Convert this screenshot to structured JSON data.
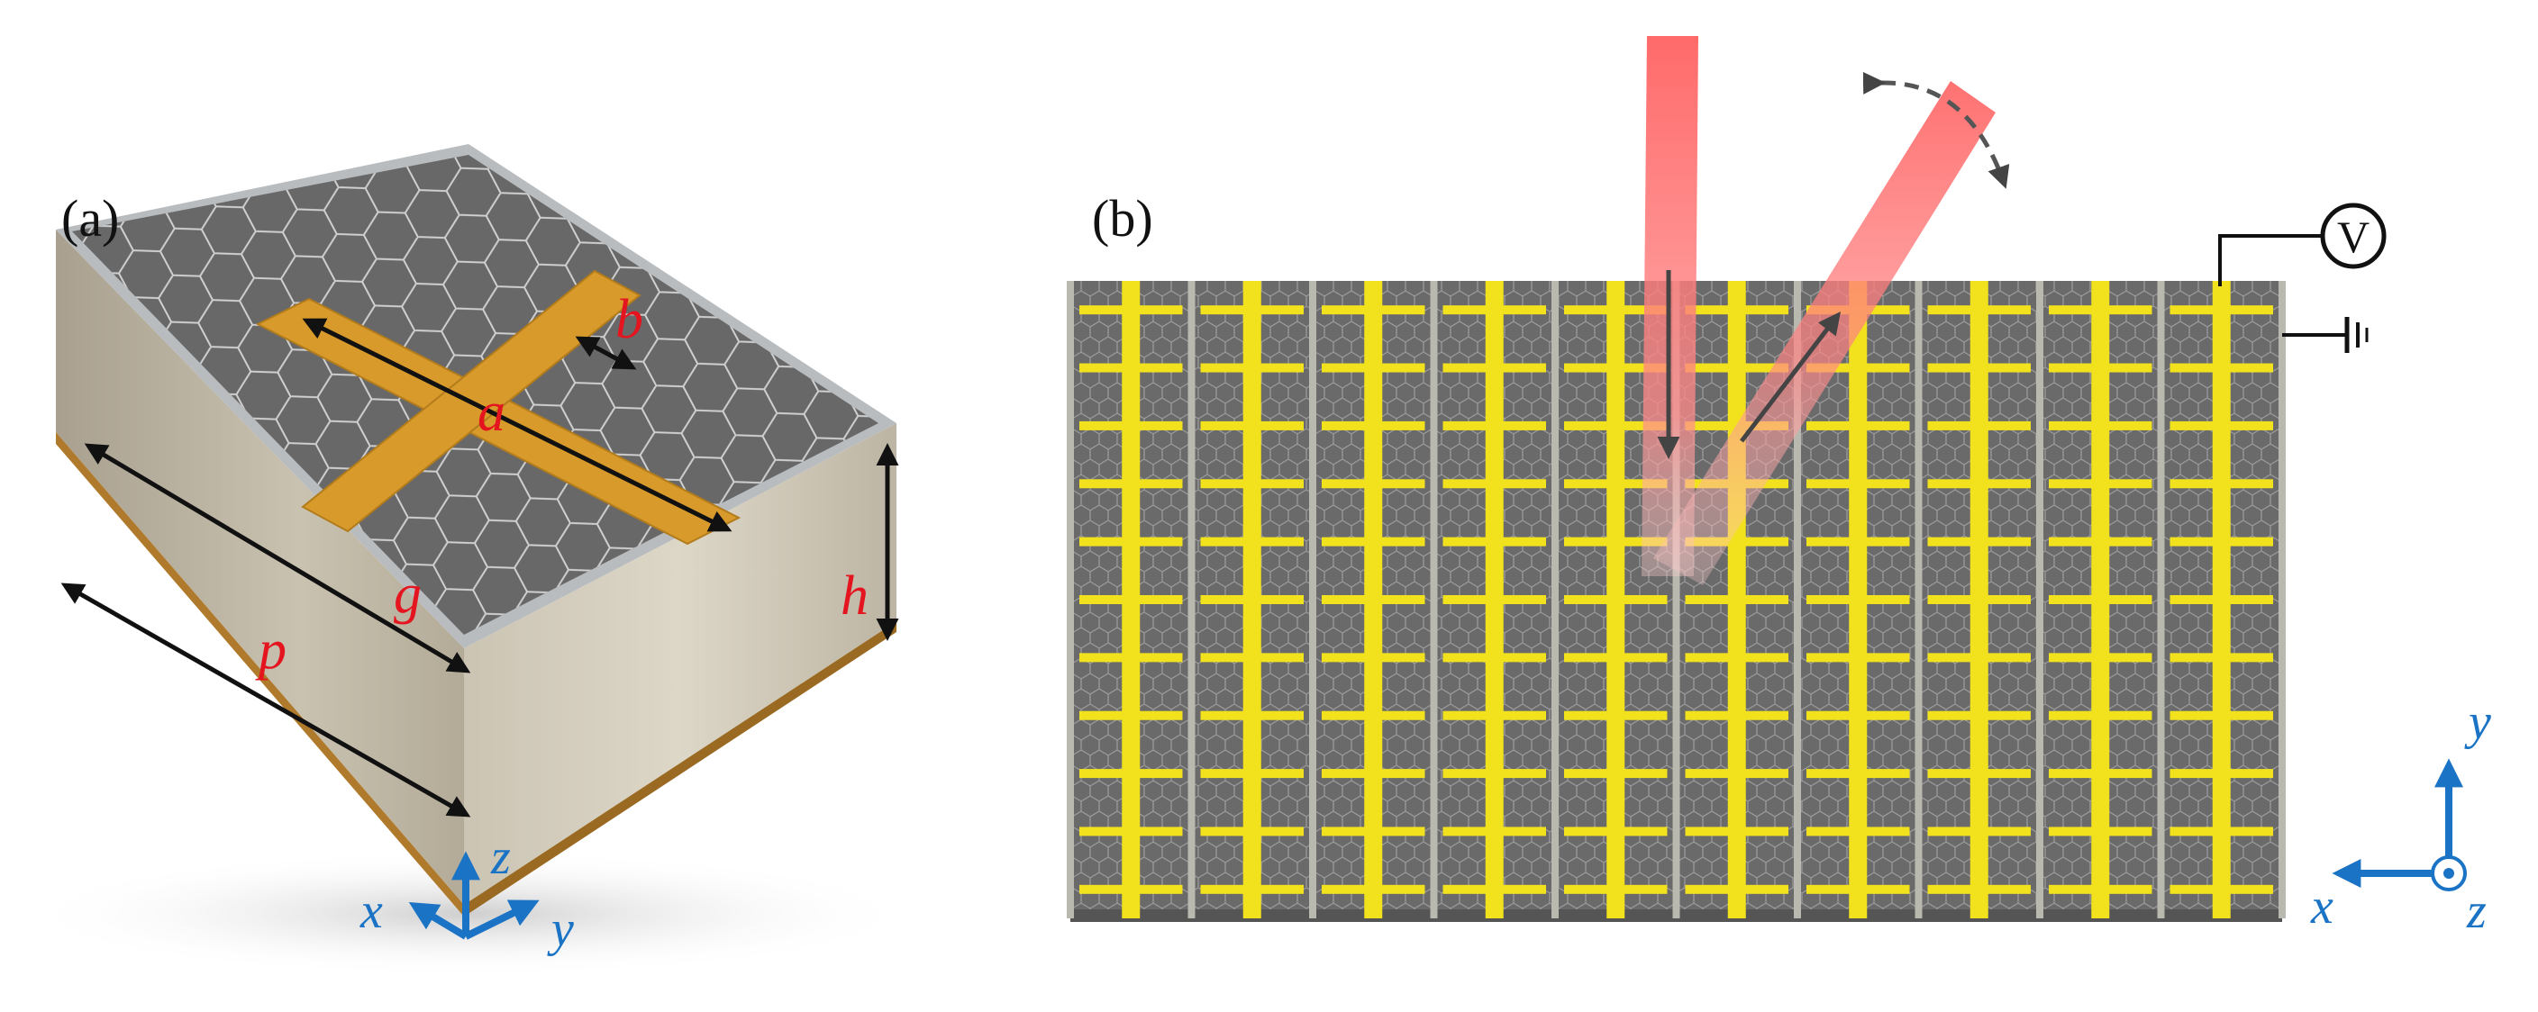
{
  "panel_a": {
    "label": "(a)",
    "dimensions": {
      "a": "a",
      "b": "b",
      "g": "g",
      "h": "h",
      "p": "p"
    },
    "axes": {
      "x": "x",
      "y": "y",
      "z": "z"
    }
  },
  "panel_b": {
    "label": "(b)",
    "voltage_symbol": "V",
    "axes": {
      "x": "x",
      "y": "y",
      "z": "z"
    },
    "array": {
      "columns": 10,
      "rows": 11
    }
  },
  "colors": {
    "gold": "#d89a2a",
    "yellow_cross": "#f2e21d",
    "graphene_gray": "#5f5f5f",
    "dimension_red": "#e4151f",
    "axis_blue": "#1a73c4",
    "beam_red": "#ff6f6f"
  }
}
